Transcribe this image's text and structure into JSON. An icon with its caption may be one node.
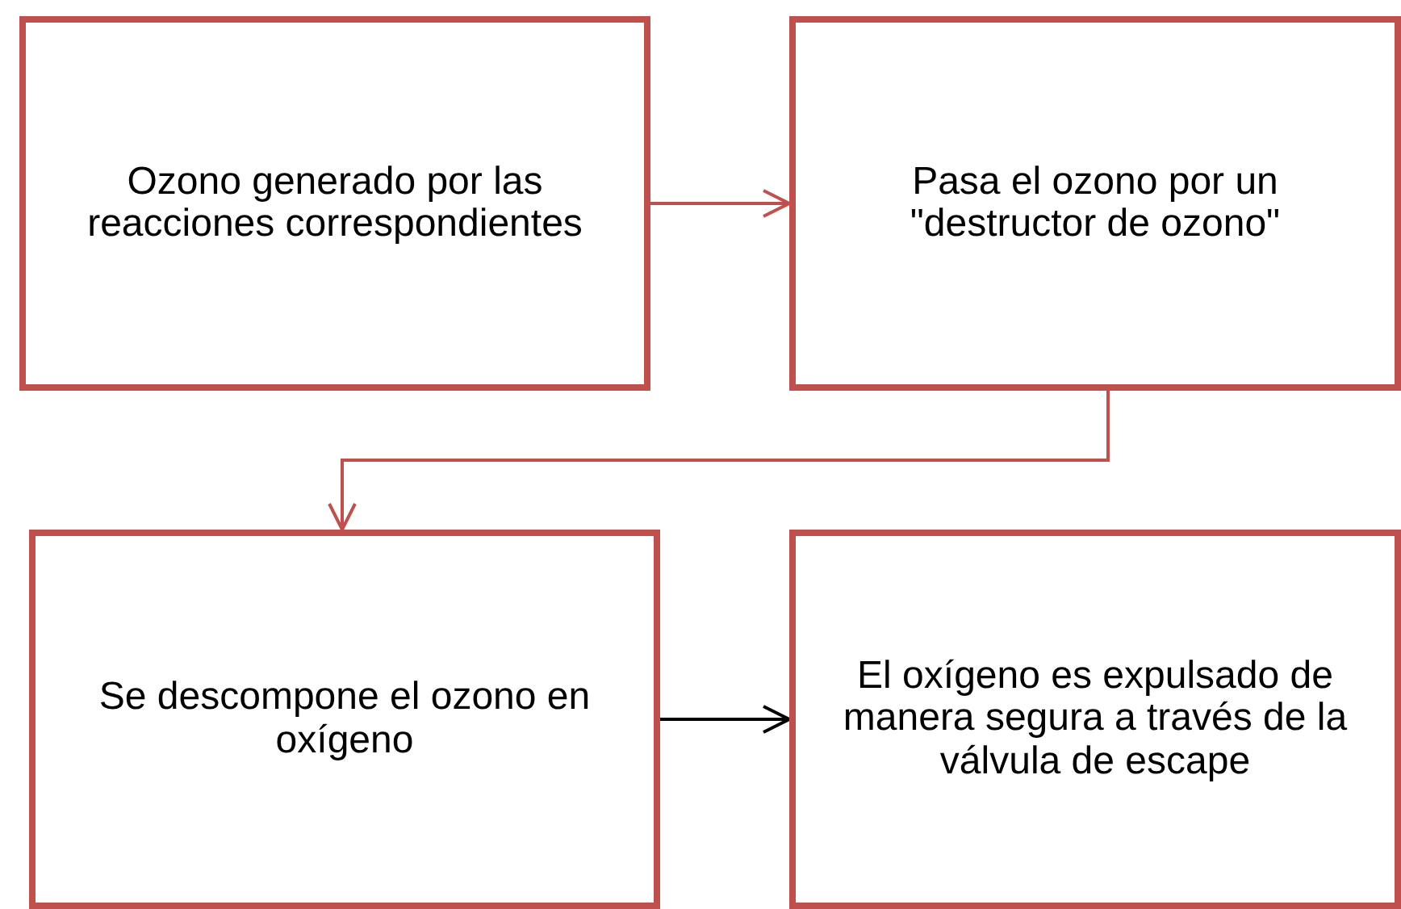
{
  "diagram": {
    "nodes": [
      {
        "text": [
          "Ozono generado por las reacciones correspondientes"
        ]
      },
      {
        "text": [
          "Pasa el ozono por un \"destructor de ozono\""
        ]
      },
      {
        "text": [
          "Se descompone el ozono en oxígeno"
        ]
      },
      {
        "text": [
          "El oxígeno es expulsado de manera segura a través de la válvula de escape"
        ]
      }
    ],
    "edges": [
      {
        "from": 0,
        "to": 1,
        "arrow": "to"
      },
      {
        "from": 1,
        "to": 2,
        "arrow": "to"
      },
      {
        "from": 2,
        "to": 3,
        "arrow": "to",
        "color": "#000000"
      }
    ]
  }
}
